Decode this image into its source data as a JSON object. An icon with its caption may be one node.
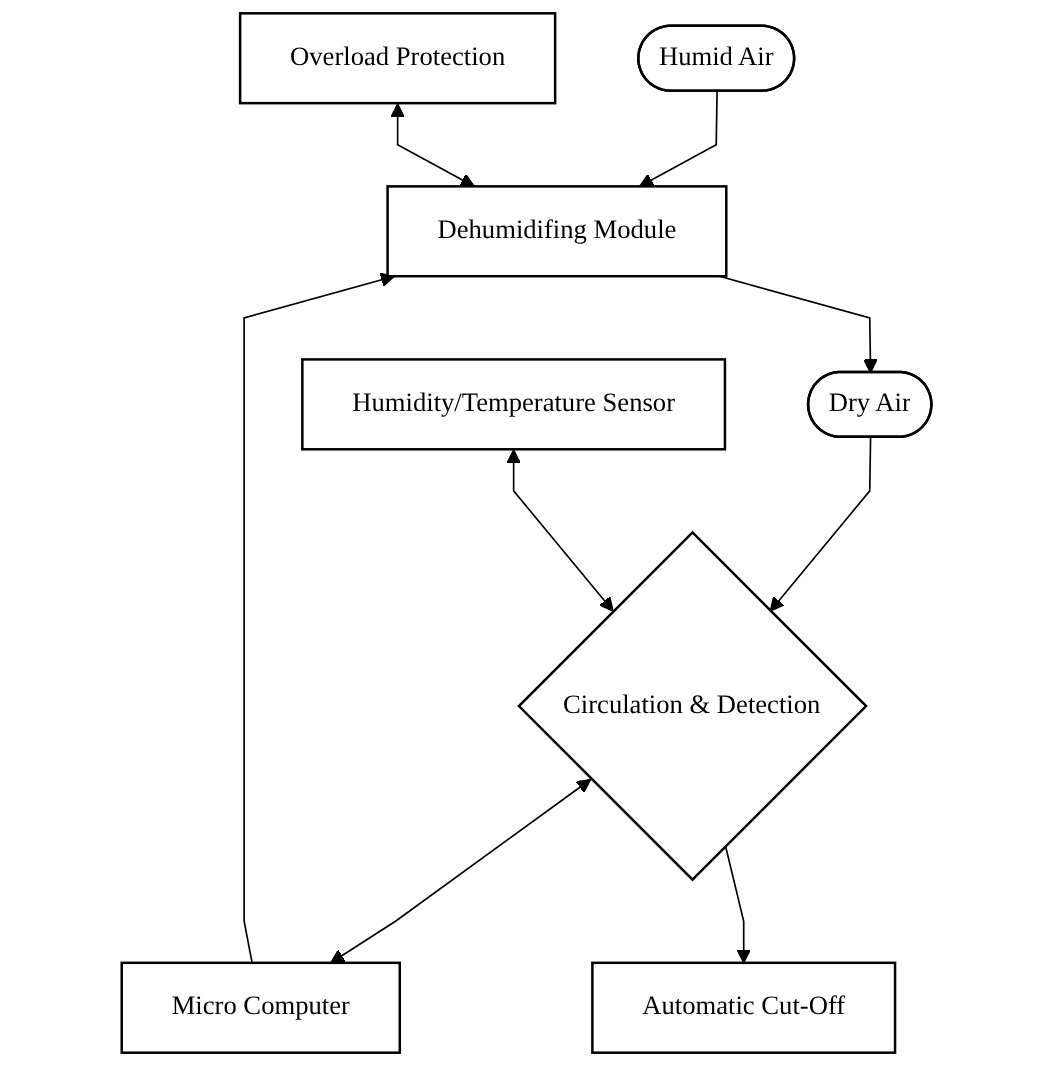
{
  "diagram": {
    "nodes": [
      {
        "text": [
          "Humid Air"
        ]
      },
      {
        "text": [
          "Overload Protection"
        ]
      },
      {
        "text": [
          "Dehumidifing Module"
        ]
      },
      {
        "text": [
          "Dry Air"
        ]
      },
      {
        "text": [
          "Humidity/Temperature Sensor"
        ]
      },
      {
        "text": [
          "Circulation & Detection"
        ]
      },
      {
        "text": [
          "Micro Computer"
        ]
      },
      {
        "text": [
          "Automatic Cut-Off"
        ]
      }
    ],
    "edges": [
      {
        "from": 0,
        "to": 2,
        "arrow": "to"
      },
      {
        "from": 1,
        "to": 2,
        "arrow": "both"
      },
      {
        "from": 2,
        "to": 3,
        "arrow": "to"
      },
      {
        "from": 3,
        "to": 5,
        "arrow": "to"
      },
      {
        "from": 4,
        "to": 5,
        "arrow": "both"
      },
      {
        "from": 5,
        "to": 6,
        "arrow": "both"
      },
      {
        "from": 6,
        "to": 2,
        "arrow": "to"
      },
      {
        "from": 5,
        "to": 7,
        "arrow": "to"
      }
    ]
  }
}
